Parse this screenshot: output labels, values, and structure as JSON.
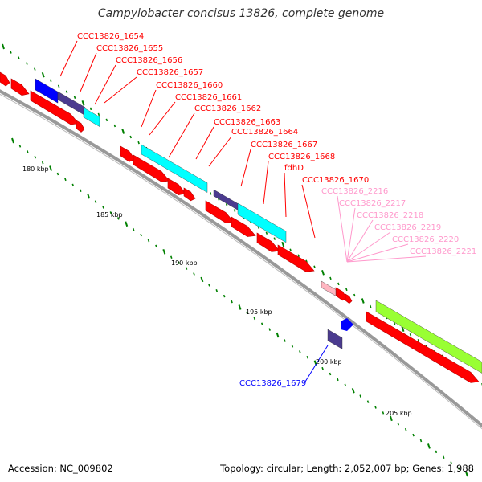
{
  "title": "Campylobacter concisus 13826, complete genome",
  "footer": {
    "accession": "Accession: NC_009802",
    "summary": "Topology: circular; Length: 2,052,007 bp; Genes: 1,988"
  },
  "colors": {
    "cds": "#ff0000",
    "cds_dark": "#b80000",
    "cyan": "#00ffff",
    "navy": "#4b3b8f",
    "blue": "#0000ff",
    "pink": "#ffb6c1",
    "lime": "#99ff33",
    "tick": "#008000",
    "backbone": "#999999",
    "label_red": "#ff0000",
    "label_pink": "#ff99cc",
    "label_blue": "#0000ff"
  },
  "axis": {
    "labels": [
      "180 kbp",
      "185 kbp",
      "190 kbp",
      "195 kbp",
      "200 kbp",
      "205 kbp"
    ]
  },
  "gene_labels": {
    "red": [
      "CCC13826_1654",
      "CCC13826_1655",
      "CCC13826_1656",
      "CCC13826_1657",
      "CCC13826_1660",
      "CCC13826_1661",
      "CCC13826_1662",
      "CCC13826_1663",
      "CCC13826_1664",
      "CCC13826_1667",
      "CCC13826_1668",
      "fdhD",
      "CCC13826_1670"
    ],
    "pink": [
      "CCC13826_2216",
      "CCC13826_2217",
      "CCC13826_2218",
      "CCC13826_2219",
      "CCC13826_2220",
      "CCC13826_2221"
    ],
    "blue": [
      "CCC13826_1679"
    ]
  }
}
